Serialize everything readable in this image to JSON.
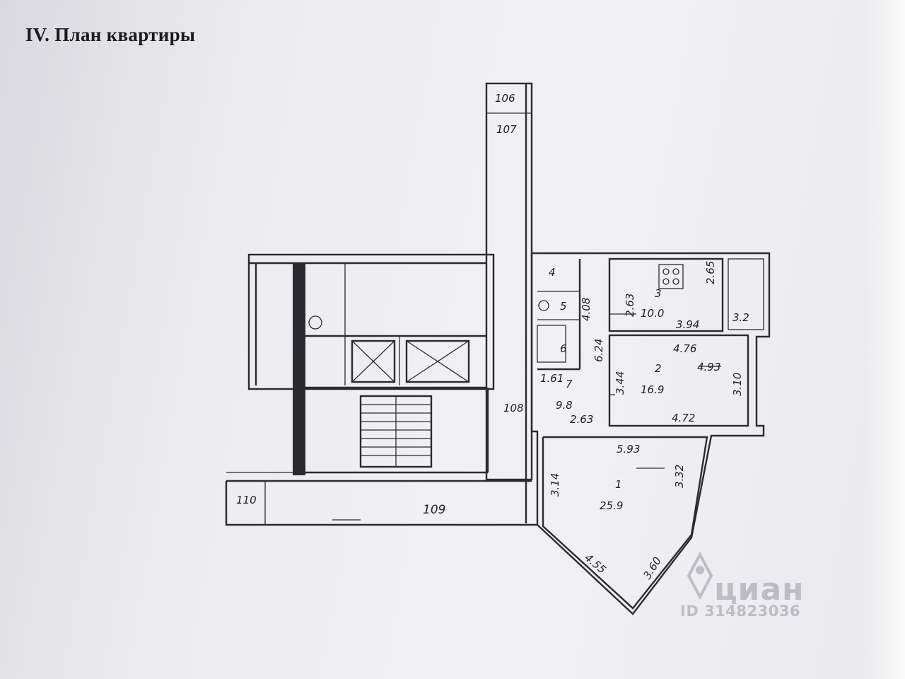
{
  "document": {
    "title": "IV. План квартиры"
  },
  "plan": {
    "building_labels": {
      "b106": "106",
      "b107": "107",
      "b108": "108",
      "b109": "109",
      "b110": "110"
    },
    "rooms": {
      "r1_num": "1",
      "r1_area": "25.9",
      "r2_num": "2",
      "r2_area": "16.9",
      "r3_num": "3",
      "r3_area": "10.0",
      "r4_num": "4",
      "r5_num": "5",
      "r6_num": "6",
      "r7_num": "7",
      "r7_area": "9.8",
      "balcony": "3.2"
    },
    "dimensions": {
      "d_5_93": "5.93",
      "d_3_14": "3.14",
      "d_3_32": "3.32",
      "d_4_55": "4.55",
      "d_3_60": "3.60",
      "d_4_76": "4.76",
      "d_4_93": "4.93",
      "d_3_10": "3.10",
      "d_3_44": "3.44",
      "d_4_72": "4.72",
      "d_2_63a": "2.63",
      "d_2_63b": "2.63",
      "d_1_61": "1.61",
      "d_6_24": "6.24",
      "d_4_08": "4.08",
      "d_3_94": "3.94",
      "d_2_65": "2.65"
    }
  },
  "watermark": {
    "brand": "циан",
    "id": "ID 314823036"
  },
  "colors": {
    "ink": "#2a2a30",
    "paper": "#ececf0",
    "watermark": "#9696a0"
  }
}
